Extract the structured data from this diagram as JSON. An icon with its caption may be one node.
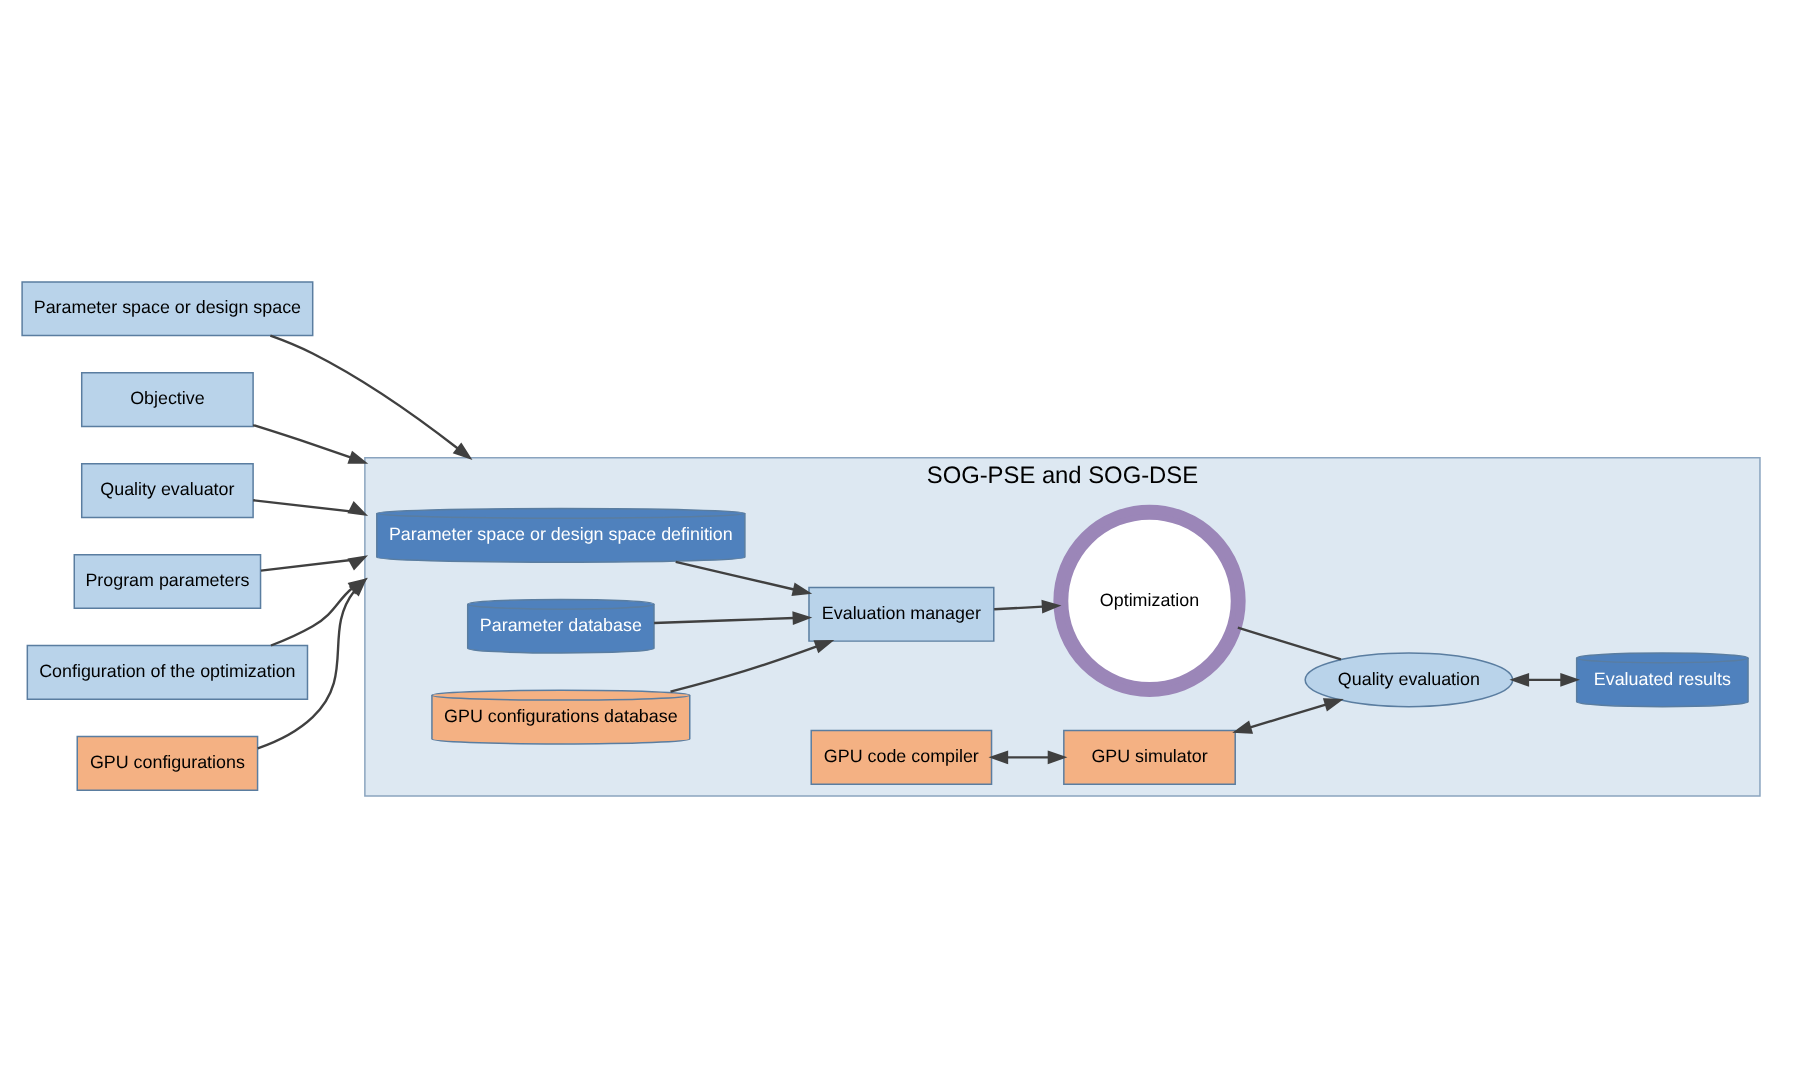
{
  "diagram": {
    "nodes": [
      {
        "text": [
          "SOG-PSE and SOG-DSE"
        ]
      },
      {
        "text": [
          "Parameter space or design space"
        ]
      },
      {
        "text": [
          "Objective"
        ]
      },
      {
        "text": [
          "Quality evaluator"
        ]
      },
      {
        "text": [
          "Program parameters"
        ]
      },
      {
        "text": [
          "Configuration of the optimization"
        ]
      },
      {
        "text": [
          "GPU configurations"
        ]
      },
      {
        "text": [
          "Parameter space or design space definition"
        ],
        "in": 0
      },
      {
        "text": [
          "Parameter database"
        ],
        "in": 0
      },
      {
        "text": [
          "GPU configurations database"
        ],
        "in": 0
      },
      {
        "text": [
          "Evaluated results"
        ],
        "in": 0
      },
      {
        "text": [
          "Evaluation manager"
        ],
        "in": 0
      },
      {
        "text": [
          "Optimization"
        ],
        "in": 0
      },
      {
        "text": [
          "GPU code compiler"
        ],
        "in": 0
      },
      {
        "text": [
          "GPU simulator"
        ],
        "in": 0
      },
      {
        "text": [
          "Quality evaluation"
        ],
        "in": 0
      }
    ],
    "edges": [
      {
        "from": 1,
        "to": 0,
        "arrow": "to"
      },
      {
        "from": 2,
        "to": 0,
        "arrow": "to"
      },
      {
        "from": 3,
        "to": 0,
        "arrow": "to"
      },
      {
        "from": 4,
        "to": 0,
        "arrow": "to"
      },
      {
        "from": 5,
        "to": 0,
        "arrow": "to"
      },
      {
        "from": 6,
        "to": 0,
        "arrow": "to"
      },
      {
        "from": 7,
        "to": 11,
        "arrow": "to"
      },
      {
        "from": 8,
        "to": 11,
        "arrow": "to"
      },
      {
        "from": 9,
        "to": 11,
        "arrow": "to"
      },
      {
        "from": 11,
        "to": 12,
        "arrow": "to"
      },
      {
        "from": 12,
        "to": 15,
        "arrow": "none"
      },
      {
        "from": 13,
        "to": 14,
        "arrow": "both"
      },
      {
        "from": 14,
        "to": 15,
        "arrow": "both"
      },
      {
        "from": 15,
        "to": 10,
        "arrow": "both"
      }
    ]
  }
}
